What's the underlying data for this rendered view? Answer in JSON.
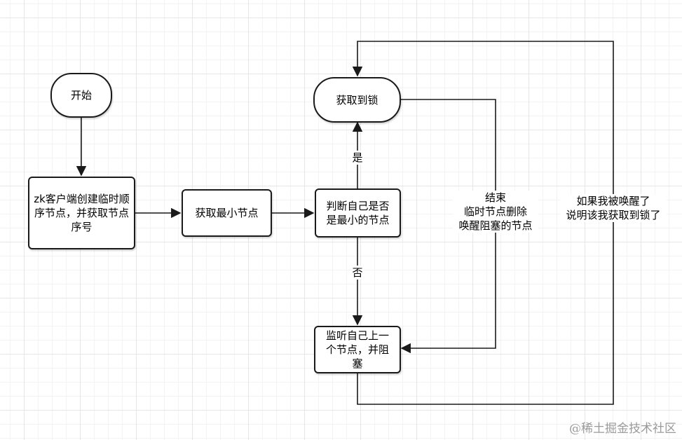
{
  "nodes": {
    "start": "开始",
    "create": "zk客户端创建临时顺序节点，并获取节点序号",
    "get_min": "获取最小节点",
    "judge": "判断自己是否是最小的节点",
    "acquire": "获取到锁",
    "listen": "监听自己上一个节点，并阻塞"
  },
  "edge_labels": {
    "yes": "是",
    "no": "否",
    "end_line1": "结束",
    "end_line2": "临时节点删除",
    "end_line3": "唤醒阻塞的节点",
    "wake_line1": "如果我被唤醒了",
    "wake_line2": "说明该我获取到锁了"
  },
  "watermark": "@稀土掘金技术社区"
}
